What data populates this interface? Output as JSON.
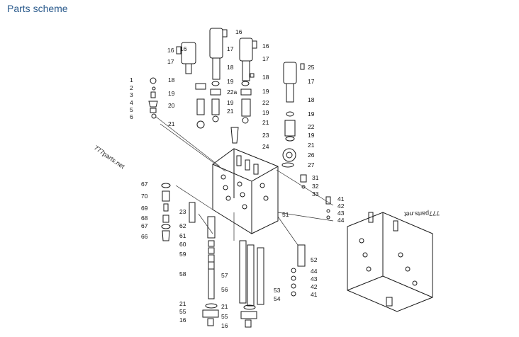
{
  "header": {
    "title": "Parts scheme"
  },
  "watermarks": [
    "777parts.net",
    "777parts.net"
  ],
  "part_labels": {
    "c16a": "16",
    "c17a": "17",
    "c18a": "18",
    "c19a": "19",
    "c20": "20",
    "c21a": "21",
    "l1": "1",
    "l2": "2",
    "l3": "3",
    "l4": "4",
    "l5": "5",
    "l6": "6",
    "m16a": "16",
    "m16b": "16",
    "m16c": "16",
    "m17a": "17",
    "m17b": "17",
    "m18a": "18",
    "m18b": "18",
    "m19a": "19",
    "m19b": "19",
    "m19c": "19",
    "m19d": "19",
    "m22a": "22a",
    "m22": "22",
    "m21a": "21",
    "m21b": "21",
    "m23": "23",
    "m24": "24",
    "r25": "25",
    "r17": "17",
    "r18": "18",
    "r19a": "19",
    "r22": "22",
    "r19b": "19",
    "r21": "21",
    "r26": "26",
    "r27": "27",
    "r31": "31",
    "r32": "32",
    "r33": "33",
    "r41a": "41",
    "r42a": "42",
    "r43a": "43",
    "r44a": "44",
    "b51": "51",
    "b52": "52",
    "b44": "44",
    "b43": "43",
    "b42": "42",
    "b41": "41",
    "b53": "53",
    "b54": "54",
    "l67a": "67",
    "l70": "70",
    "l69": "69",
    "l68": "68",
    "l67b": "67",
    "l66": "66",
    "s23": "23",
    "s62": "62",
    "s61": "61",
    "s60": "60",
    "s59": "59",
    "s58": "58",
    "s57": "57",
    "s56": "56",
    "s21a": "21",
    "s55a": "55",
    "s16a": "16",
    "s21b": "21",
    "s55b": "55",
    "s16b": "16"
  }
}
